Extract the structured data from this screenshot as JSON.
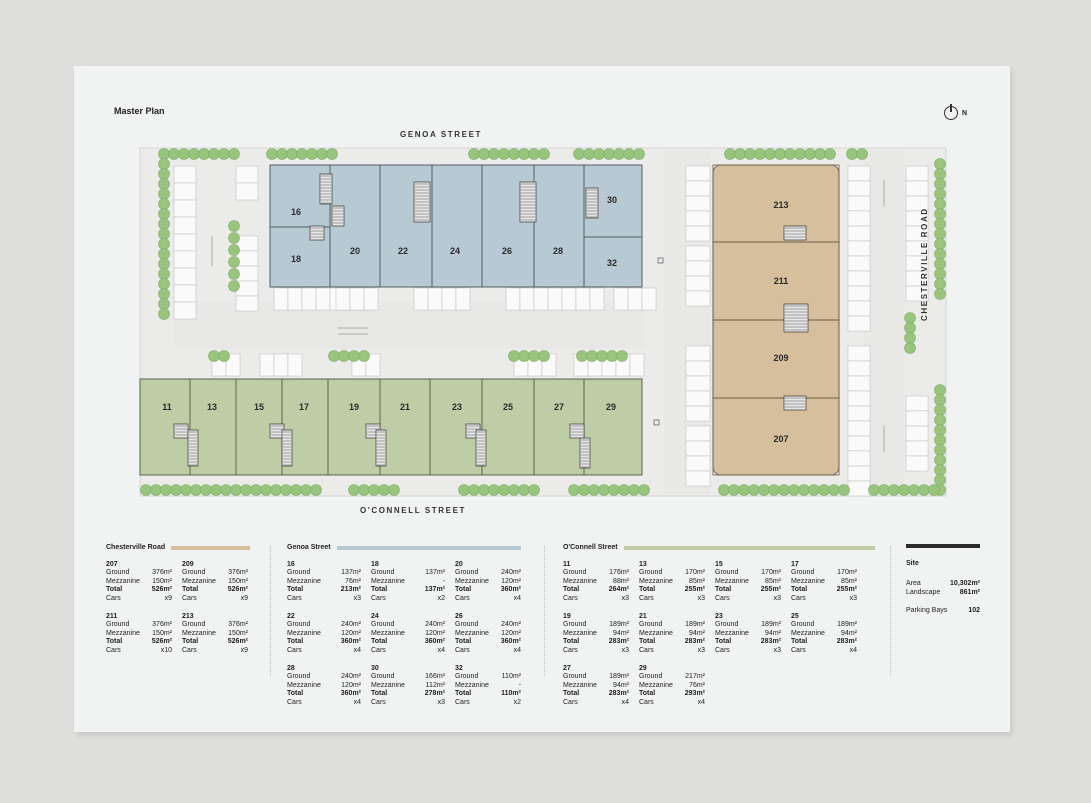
{
  "title": "Master Plan",
  "compass_letter": "N",
  "streets": {
    "genoa": "GENOA STREET",
    "oconnell": "O'CONNELL STREET",
    "chesterville": "CHESTERVILLE ROAD"
  },
  "colors": {
    "blue": "#b7c9d3",
    "green": "#bfcda7",
    "tan": "#d5bf9c",
    "tree": "#98c47d",
    "road": "#e8e8e6"
  },
  "plan_units": {
    "genoa": [
      "16",
      "18",
      "20",
      "22",
      "24",
      "26",
      "28",
      "30",
      "32"
    ],
    "oconnell": [
      "11",
      "13",
      "15",
      "17",
      "19",
      "21",
      "23",
      "25",
      "27",
      "29"
    ],
    "chesterville": [
      "213",
      "211",
      "209",
      "207"
    ]
  },
  "legend": {
    "chesterville": {
      "heading": "Chesterville Road",
      "color": "#d5bf9c",
      "units": [
        {
          "num": "207",
          "ground": "376m²",
          "mezz": "150m²",
          "total": "526m²",
          "cars": "x9"
        },
        {
          "num": "209",
          "ground": "376m²",
          "mezz": "150m²",
          "total": "526m²",
          "cars": "x9"
        },
        {
          "num": "211",
          "ground": "376m²",
          "mezz": "150m²",
          "total": "526m²",
          "cars": "x10"
        },
        {
          "num": "213",
          "ground": "376m²",
          "mezz": "150m²",
          "total": "526m²",
          "cars": "x9"
        }
      ]
    },
    "genoa": {
      "heading": "Genoa Street",
      "color": "#b7c9d3",
      "units": [
        {
          "num": "16",
          "ground": "137m²",
          "mezz": "76m²",
          "total": "213m²",
          "cars": "x3"
        },
        {
          "num": "18",
          "ground": "137m²",
          "mezz": "-",
          "total": "137m²",
          "cars": "x2"
        },
        {
          "num": "20",
          "ground": "240m²",
          "mezz": "120m²",
          "total": "360m²",
          "cars": "x4"
        },
        {
          "num": "22",
          "ground": "240m²",
          "mezz": "120m²",
          "total": "360m²",
          "cars": "x4"
        },
        {
          "num": "24",
          "ground": "240m²",
          "mezz": "120m²",
          "total": "360m²",
          "cars": "x4"
        },
        {
          "num": "26",
          "ground": "240m²",
          "mezz": "120m²",
          "total": "360m²",
          "cars": "x4"
        },
        {
          "num": "28",
          "ground": "240m²",
          "mezz": "120m²",
          "total": "360m²",
          "cars": "x4"
        },
        {
          "num": "30",
          "ground": "166m²",
          "mezz": "112m²",
          "total": "278m²",
          "cars": "x3"
        },
        {
          "num": "32",
          "ground": "110m²",
          "mezz": "-",
          "total": "110m²",
          "cars": "x2"
        }
      ]
    },
    "oconnell": {
      "heading": "O'Connell Street",
      "color": "#bfcda7",
      "units": [
        {
          "num": "11",
          "ground": "176m²",
          "mezz": "88m²",
          "total": "264m²",
          "cars": "x3"
        },
        {
          "num": "13",
          "ground": "170m²",
          "mezz": "85m²",
          "total": "255m²",
          "cars": "x3"
        },
        {
          "num": "15",
          "ground": "170m²",
          "mezz": "85m²",
          "total": "255m²",
          "cars": "x3"
        },
        {
          "num": "17",
          "ground": "170m²",
          "mezz": "85m²",
          "total": "255m²",
          "cars": "x3"
        },
        {
          "num": "19",
          "ground": "189m²",
          "mezz": "94m²",
          "total": "283m²",
          "cars": "x3"
        },
        {
          "num": "21",
          "ground": "189m²",
          "mezz": "94m²",
          "total": "283m²",
          "cars": "x3"
        },
        {
          "num": "23",
          "ground": "189m²",
          "mezz": "94m²",
          "total": "283m²",
          "cars": "x3"
        },
        {
          "num": "25",
          "ground": "189m²",
          "mezz": "94m²",
          "total": "283m²",
          "cars": "x4"
        },
        {
          "num": "27",
          "ground": "189m²",
          "mezz": "94m²",
          "total": "283m²",
          "cars": "x4"
        },
        {
          "num": "29",
          "ground": "217m²",
          "mezz": "76m²",
          "total": "293m²",
          "cars": "x4"
        }
      ]
    },
    "row_labels": {
      "ground": "Ground",
      "mezz": "Mezzanine",
      "total": "Total",
      "cars": "Cars"
    }
  },
  "site": {
    "heading": "Site",
    "area_label": "Area",
    "area_value": "10,302m²",
    "landscape_label": "Landscape",
    "landscape_value": "861m²",
    "parking_label": "Parking Bays",
    "parking_value": "102"
  }
}
